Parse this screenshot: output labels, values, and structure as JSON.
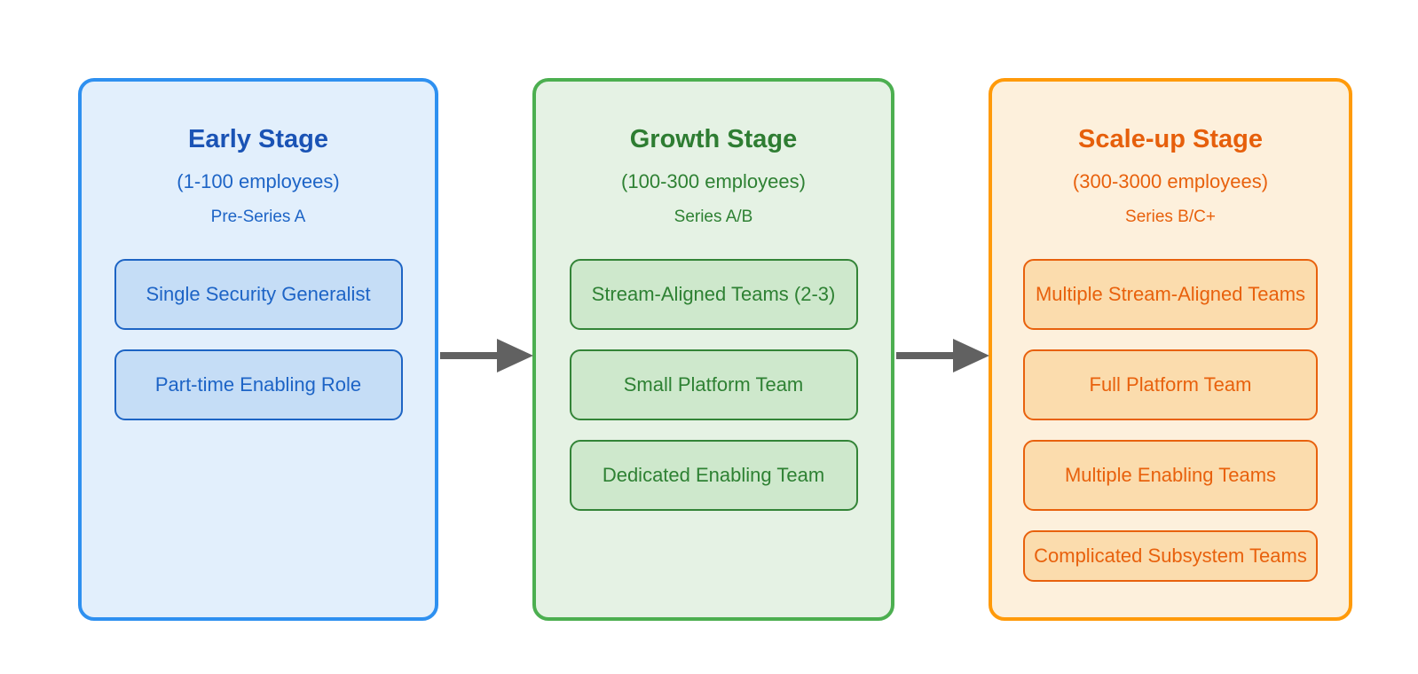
{
  "diagram": {
    "arrow_color": "#616161",
    "stages": [
      {
        "title": "Early Stage",
        "employees": "(1-100 employees)",
        "series": "Pre-Series A",
        "items": [
          "Single Security Generalist",
          "Part-time Enabling Role"
        ],
        "colors": {
          "border": "#2E90F0",
          "fill": "#E2EFFC",
          "title": "#1A53B5",
          "text": "#1D64C6",
          "item-fill": "#C5DDF6",
          "item-border": "#1D64C4"
        }
      },
      {
        "title": "Growth Stage",
        "employees": "(100-300 employees)",
        "series": "Series A/B",
        "items": [
          "Stream-Aligned Teams (2-3)",
          "Small Platform Team",
          "Dedicated Enabling Team"
        ],
        "colors": {
          "border": "#4CAF50",
          "fill": "#E5F2E4",
          "title": "#2E7D32",
          "text": "#2E8133",
          "item-fill": "#CEE8CC",
          "item-border": "#338437"
        }
      },
      {
        "title": "Scale-up Stage",
        "employees": "(300-3000 employees)",
        "series": "Series B/C+",
        "items": [
          "Multiple Stream-Aligned Teams",
          "Full Platform Team",
          "Multiple Enabling Teams",
          "Complicated Subsystem Teams"
        ],
        "colors": {
          "border": "#FF9A0A",
          "fill": "#FDF0DC",
          "title": "#E65F0B",
          "text": "#E8610D",
          "item-fill": "#FBDCAD",
          "item-border": "#E8610D"
        }
      }
    ]
  }
}
